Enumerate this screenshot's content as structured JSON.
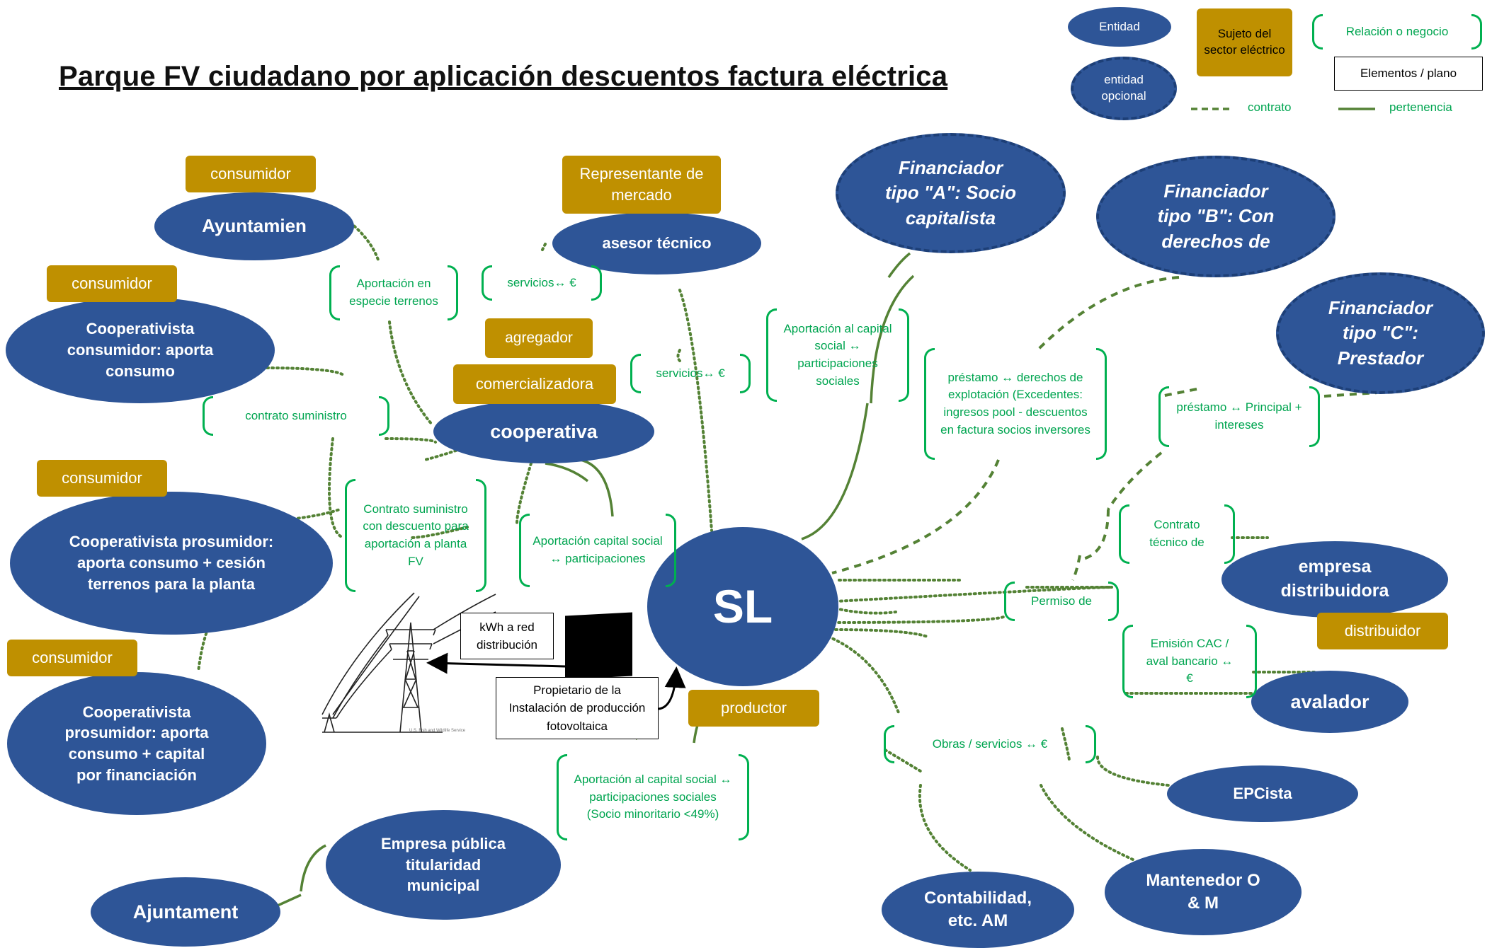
{
  "title": "Parque FV ciudadano por aplicación descuentos factura eléctrica",
  "colors": {
    "entity": "#2e5597",
    "subject": "#bf9000",
    "relation": "#00b050",
    "link": "#548235"
  },
  "legend": {
    "entity": "Entidad",
    "optional_entity": "entidad opcional",
    "subject": "Sujeto del sector eléctrico",
    "relation": "Relación o negocio",
    "plane": "Elementos / plano",
    "contract": "contrato",
    "belonging": "pertenencia"
  },
  "entities": {
    "ayuntamiento": "Ayuntamien",
    "coop_consumo": "Cooperativista consumidor: aporta consumo",
    "coop_terrenos": "Cooperativista prosumidor: aporta consumo + cesión terrenos para la planta",
    "coop_capital": "Cooperativista prosumidor: aporta consumo + capital por financiación",
    "asesor": "asesor técnico",
    "cooperativa": "cooperativa",
    "sl": "SL",
    "fin_a": "Financiador tipo \"A\": Socio capitalista",
    "fin_b": "Financiador tipo \"B\": Con derechos de",
    "fin_c": "Financiador tipo \"C\": Prestador",
    "distribuidora": "empresa distribuidora",
    "avalador": "avalador",
    "epcista": "EPCista",
    "mantenedor": "Mantenedor O & M",
    "contabilidad": "Contabilidad, etc. AM",
    "empresa_publica": "Empresa pública titularidad municipal",
    "ajuntament": "Ajuntament"
  },
  "subjects": {
    "consumidor_1": "consumidor",
    "consumidor_2": "consumidor",
    "consumidor_3": "consumidor",
    "consumidor_4": "consumidor",
    "representante": "Representante de mercado",
    "agregador": "agregador",
    "comercializadora": "comercializadora",
    "productor": "productor",
    "distribuidor": "distribuidor"
  },
  "relations": {
    "aportacion_especie": "Aportación en especie terrenos",
    "servicios_1": "servicios↔ €",
    "servicios_2": "servicios↔ €",
    "contrato_suministro": "contrato suministro",
    "contrato_descuento": "Contrato suministro con descuento para aportación a planta FV",
    "aportacion_capital_coop": "Aportación capital social ↔ participaciones",
    "aportacion_capital_a": "Aportación al capital social ↔ participaciones sociales",
    "prestamo_b": "préstamo ↔ derechos de explotación (Excedentes: ingresos pool - descuentos en factura socios inversores",
    "prestamo_c": "préstamo ↔ Principal + intereses",
    "contrato_tecnico": "Contrato técnico de",
    "permiso": "Permiso de",
    "emision_cac": "Emisión CAC / aval bancario ↔ €",
    "obras": "Obras / servicios ↔ €",
    "aportacion_publica": "Aportación al capital social ↔ participaciones sociales (Socio minoritario <49%)"
  },
  "plane": {
    "kwh": "kWh a red distribución",
    "propietario": "Propietario de la Instalación de producción fotovoltaica",
    "tower_credit": "U.S. Fish and Wildlife Service"
  }
}
